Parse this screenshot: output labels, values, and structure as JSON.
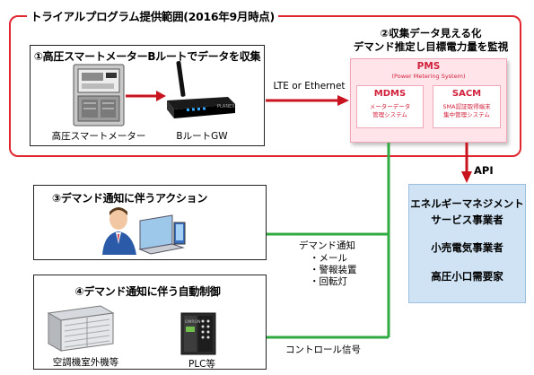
{
  "title": "トライアルプログラム提供範囲(2016年9月時点)",
  "section1": {
    "title": "①高圧スマートメーターBルートでデータを収集",
    "meter_label": "高圧スマートメーター",
    "gw_label": "BルートGW"
  },
  "link_label": "LTE or Ethernet",
  "section2": {
    "title_line1": "②収集データ見える化",
    "title_line2": "デマンド推定し目標電力量を監視",
    "pms": "PMS",
    "pms_sub": "(Power Metering System)",
    "mdms": "MDMS",
    "mdms_sub1": "メーターデータ",
    "mdms_sub2": "管理システム",
    "sacm": "SACM",
    "sacm_sub1": "SMA認証取得端末",
    "sacm_sub2": "集中管理システム"
  },
  "api_label": "API",
  "api_box": [
    "エネルギーマネジメント",
    "サービス事業者",
    "小売電気事業者",
    "高圧小口需要家"
  ],
  "section3": {
    "title": "③デマンド通知に伴うアクション"
  },
  "demand_notice": {
    "heading": "デマンド通知",
    "items": [
      "・メール",
      "・警報装置",
      "・回転灯"
    ]
  },
  "section4": {
    "title": "④デマンド通知に伴う自動制御",
    "ac_label": "空調機室外機等",
    "plc_label": "PLC等",
    "plc_brand": "OMRON"
  },
  "control_signal": "コントロール信号",
  "router_brand": "PLANEX",
  "colors": {
    "red": "#e0262e",
    "green": "#2faa3f",
    "blue_box": "#cfe3f4",
    "pms_pink": "#ffe4ea"
  }
}
